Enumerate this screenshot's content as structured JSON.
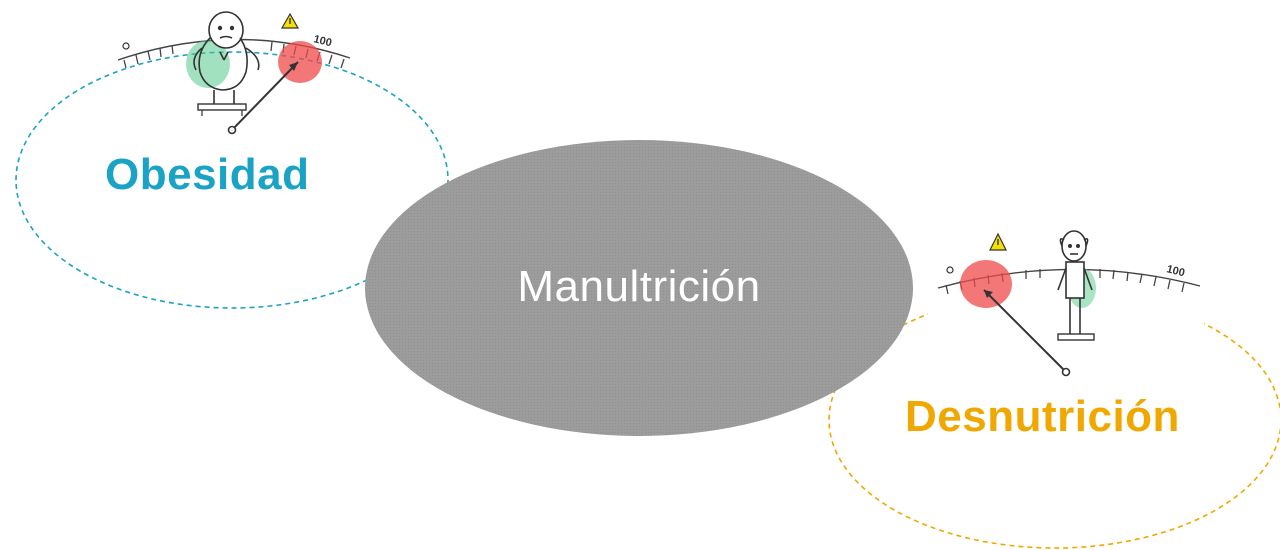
{
  "diagram": {
    "center": {
      "label": "Manultrición"
    },
    "nodes": [
      {
        "label": "Obesidad",
        "color": "#1aa3c4",
        "gauge": {
          "start_label": "0",
          "end_label": "100",
          "level_percent": 90
        }
      },
      {
        "label": "Desnutrición",
        "color": "#f0a800",
        "gauge": {
          "start_label": "0",
          "end_label": "100",
          "level_percent": 10
        }
      }
    ],
    "colors": {
      "center_fill": "#9a9a9a",
      "gauge_highlight": "#f04a4a",
      "figure_highlight": "#55c98a",
      "warning_fill": "#f5e000"
    }
  }
}
